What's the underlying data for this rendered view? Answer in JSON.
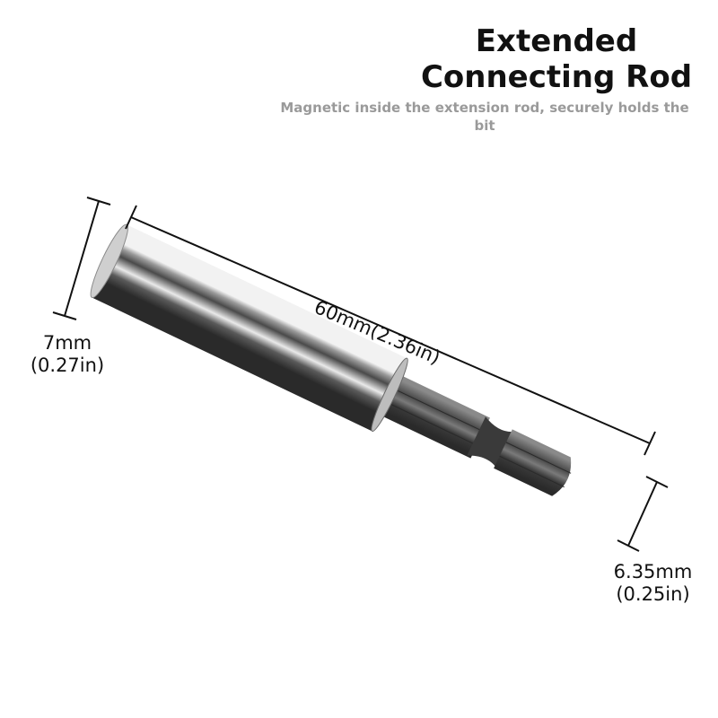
{
  "header": {
    "title_line1": "Extended",
    "title_line2": "Connecting Rod",
    "subtitle": "Magnetic inside the extension rod, securely holds the bit"
  },
  "dimensions": {
    "length_label": "60mm(2.36in)",
    "barrel_diameter_mm": "7mm",
    "barrel_diameter_in": "(0.27in)",
    "hex_size_mm": "6.35mm",
    "hex_size_in": "(0.25in)"
  },
  "colors": {
    "metal_light": "#d9d9d9",
    "metal_dark": "#2e2e2e",
    "hex_shank": "#555555",
    "dimension_line": "#111111"
  }
}
